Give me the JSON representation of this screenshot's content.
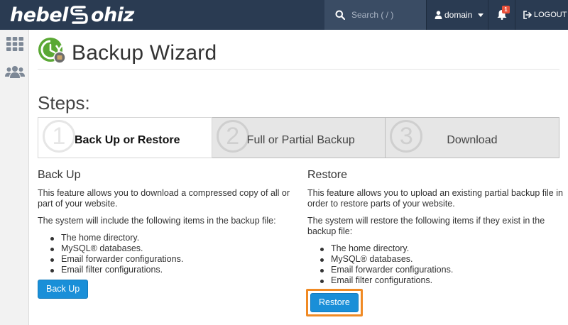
{
  "header": {
    "logo_left": "hebel",
    "logo_right": "ohiz",
    "search_placeholder": "Search ( / )",
    "user_name": "domain",
    "notification_count": "1",
    "logout_label": "LOGOUT"
  },
  "page": {
    "title": "Backup Wizard",
    "steps_heading": "Steps:"
  },
  "steps": [
    {
      "number": "1",
      "label": "Back Up or Restore",
      "active": true
    },
    {
      "number": "2",
      "label": "Full or Partial Backup",
      "active": false
    },
    {
      "number": "3",
      "label": "Download",
      "active": false
    }
  ],
  "backup": {
    "heading": "Back Up",
    "description": "This feature allows you to download a compressed copy of all or part of your website.",
    "intro": "The system will include the following items in the backup file:",
    "items": [
      "The home directory.",
      "MySQL® databases.",
      "Email forwarder configurations.",
      "Email filter configurations."
    ],
    "button_label": "Back Up"
  },
  "restore": {
    "heading": "Restore",
    "description": "This feature allows you to upload an existing partial backup file in order to restore parts of your website.",
    "intro": "The system will restore the following items if they exist in the backup file:",
    "items": [
      "The home directory.",
      "MySQL® databases.",
      "Email forwarder configurations.",
      "Email filter configurations."
    ],
    "button_label": "Restore"
  },
  "colors": {
    "topbar": "#2a3b52",
    "button": "#1a8fd8",
    "highlight": "#f08a24",
    "badge": "#e8503a"
  }
}
